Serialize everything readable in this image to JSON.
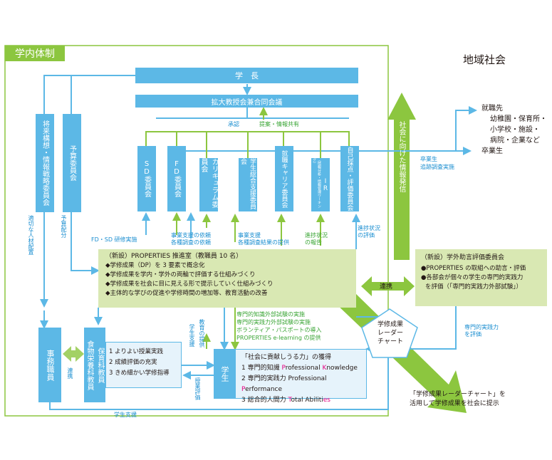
{
  "region_internal": "学内体制",
  "region_community": "地域社会",
  "gakucho": "学　長",
  "kakudai": "拡大教授会兼合同会議",
  "shonin": "承認",
  "teian": "提案・情報共有",
  "shorai": "将来構想・情報戦略委員会",
  "yosan": "予算委員会",
  "tekisetsu": "適切な人材配置",
  "yosan_haibun": "予算配分",
  "committees": {
    "sd": "SD委員会",
    "fd": "FD委員会",
    "curriculum": "カリキュラム委員会",
    "gakusei": "学生総合支援委員会",
    "career": "就職キャリア委員会",
    "ir_title": "IR",
    "ir_sub": "（情報分析・情報管理ワーキング）",
    "jiko": "自己採点・評価委員会"
  },
  "shakai_arrow": "社会に向けた情報発信",
  "shushoku": {
    "title": "就職先",
    "l1": "幼稚園・保育所・",
    "l2": "小学校・施設・",
    "l3": "病院・企業など",
    "l4": "卒業生"
  },
  "sotsugyo": {
    "l1": "卒業生",
    "l2": "追跡調査実施"
  },
  "labels": {
    "fdsd": "FD・SD 研修実施",
    "jigyo1a": "事業支援の依頼",
    "jigyo1b": "各種調査の依頼",
    "jigyo2a": "事業支援",
    "jigyo2b": "各種調査結果の提供",
    "shinchoku1a": "進捗状況",
    "shinchoku1b": "の報告",
    "shinchoku2a": "進捗状況",
    "shinchoku2b": "の評価",
    "renkei": "連携",
    "renkei2": "連携",
    "gakusei_shien": "学生支援",
    "gakusei_shien2": "学生支援",
    "kyoiku_teikyo": "教育の提供",
    "jugyo_hyoka": "授業評価",
    "senmon_hyoka1": "専門的実践力",
    "senmon_hyoka2": "を評価"
  },
  "properties": {
    "title": "（新設）PROPERTIES 推進室（教職員 10 名）",
    "items": [
      "◆学修成果（DP）を 3 要素で概念化",
      "◆学修成果を学内・学外の両輪で評価する仕組みづくり",
      "◆学修成果を社会に目に見える形で提示していく仕組みづくり",
      "◆主体的な学びの促進や学修時間の増加等、教育活動の改善"
    ]
  },
  "gaibu": {
    "title": "（新設）学外助言評価委員会",
    "l1": "●PROPERTIES の取組への助言・評価",
    "l2": "●各部会が個々の学生の専門的実践力",
    "l3": "を評価（「専門的実践力外部試験」）"
  },
  "implementation": [
    "専門的知識外部試験の実施",
    "専門的実践力外部試験の実施",
    "ボランティア・パスポートの導入",
    "PROPERTIES e-learning の提供"
  ],
  "radar_label": {
    "l1": "学修成果",
    "l2": "レーダー",
    "l3": "チャート"
  },
  "jimu": "事務職員",
  "kyoin": "保育科教員",
  "kyoin2": "食物栄養科教員",
  "practice": [
    "1 よりよい授業実践",
    "2 成績評価の充実",
    "3 きめ細かい学修指導"
  ],
  "gakusei": "学生",
  "goal": {
    "title": "「社会に貢献しうる力」の獲得",
    "k1_pre": "1 専門的知識",
    "k1_p": "P",
    "k1_mid": "rofessional ",
    "k1_k": "K",
    "k1_post": "nowledge",
    "k2_pre": "2 専門的実践力",
    "k2_a": "Professional ",
    "k2_p": "P",
    "k2_post": "erformance",
    "k3_pre": "3 総合的人間力",
    "k3_t": "T",
    "k3_mid": "otal Abiliti",
    "k3_es": "es"
  },
  "radar_note": {
    "l1": "「学修成果レーダーチャート」を",
    "l2": "活用して学修成果を社会に提示"
  },
  "colors": {
    "blue": "#5cb8e6",
    "green": "#8cc63f",
    "light_green": "#d9e8b3",
    "magenta": "#e4007f"
  }
}
